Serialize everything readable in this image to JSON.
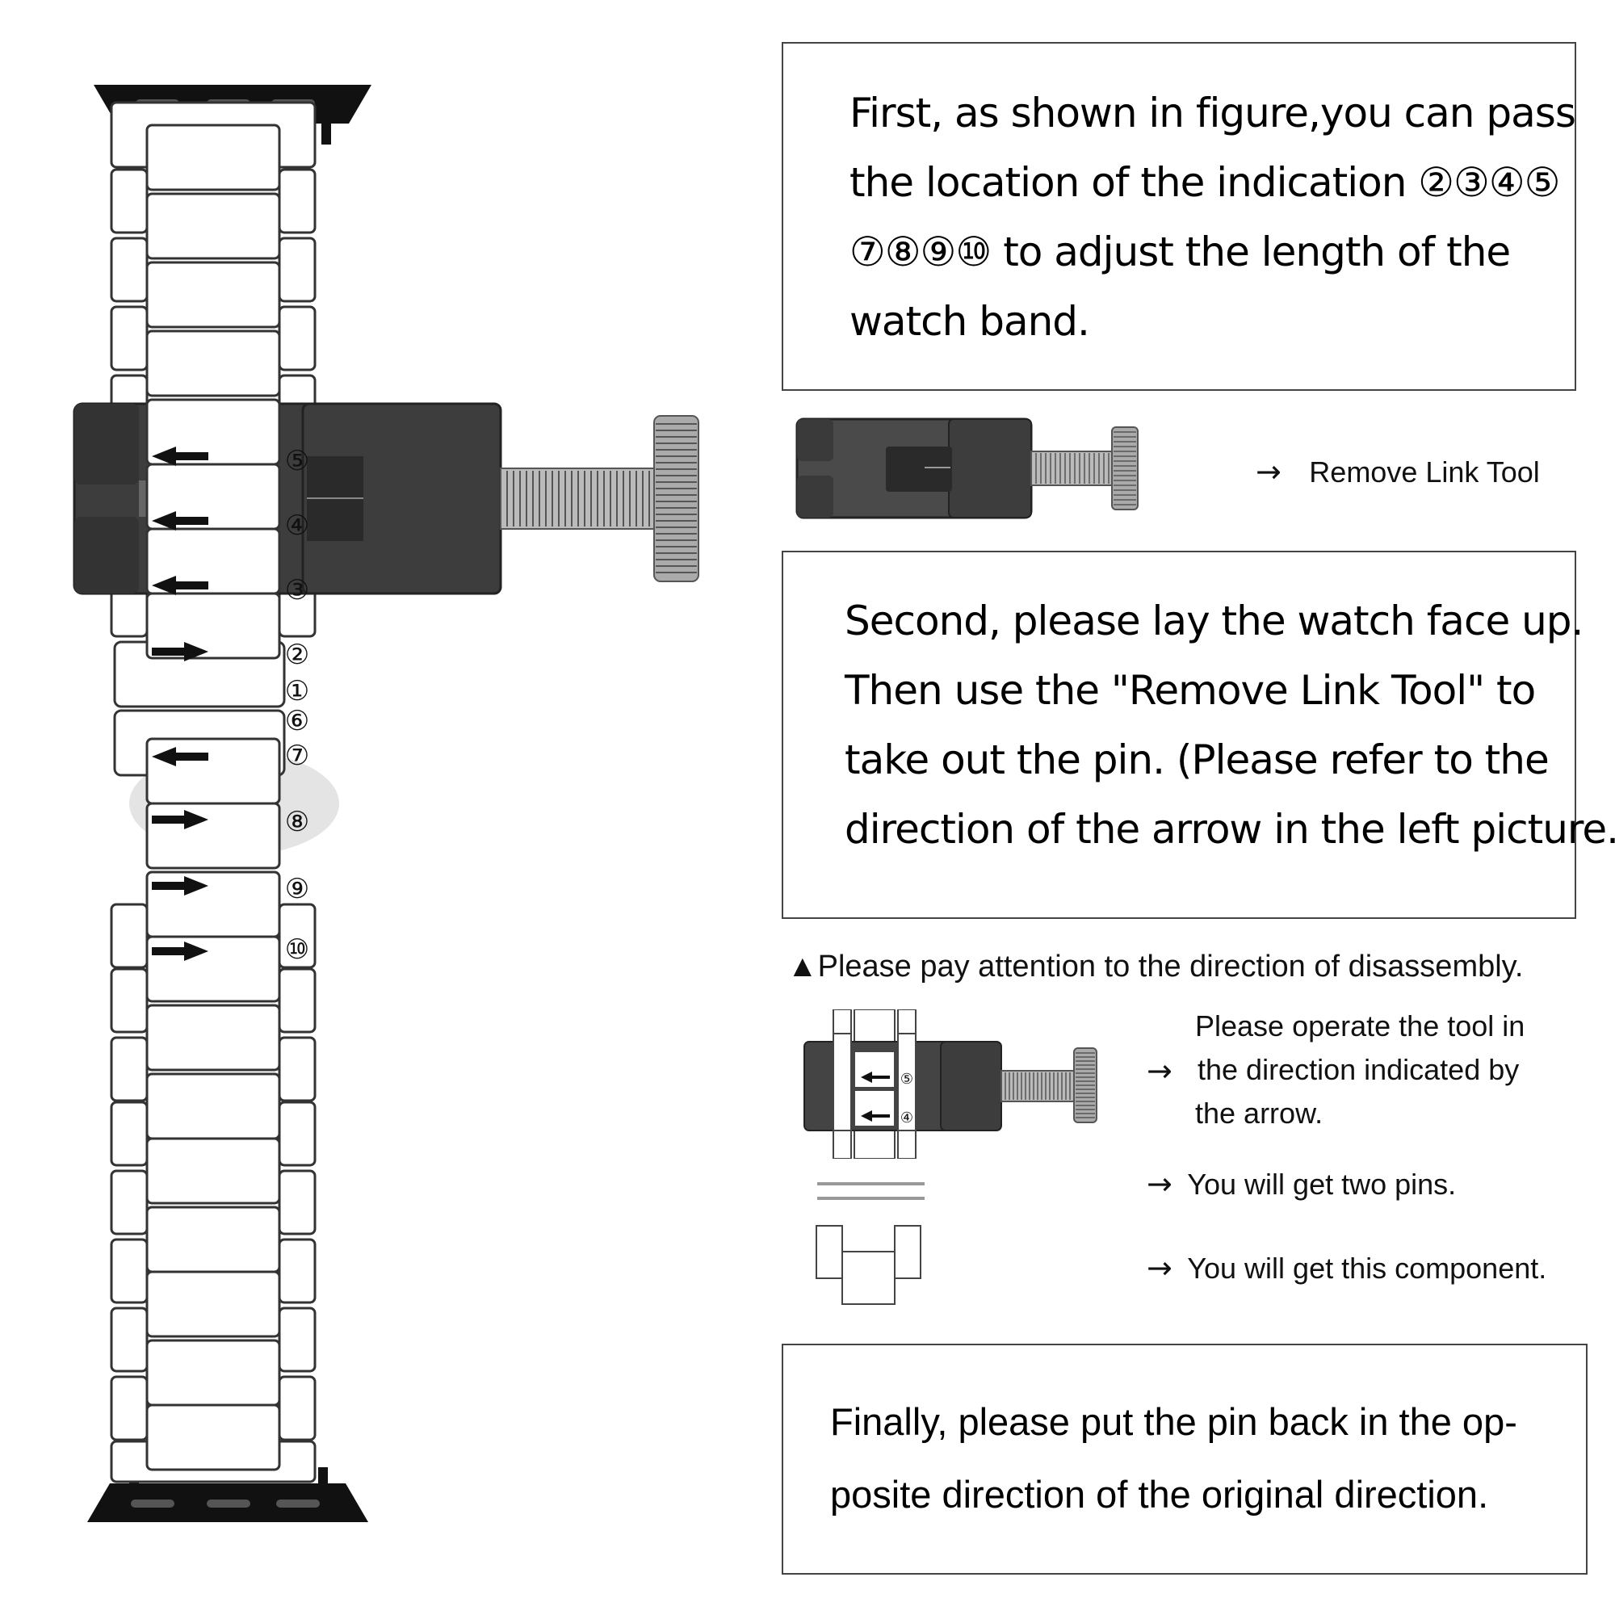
{
  "step1": {
    "line1": "First, as shown in figure,you can pass",
    "line2": "the location of the indication ②③④⑤",
    "line3": "⑦⑧⑨⑩ to adjust the length of the",
    "line4": "watch band."
  },
  "tool_legend": {
    "arrow": "→",
    "label": "Remove Link Tool"
  },
  "step2": {
    "line1": "Second, please lay the watch face up.",
    "line2": "Then use the \"Remove Link Tool\" to",
    "line3": "take out the pin. (Please refer to the",
    "line4": "direction of the arrow in the left picture.)"
  },
  "attention": "▲Please pay attention to the direction of disassembly.",
  "notes": {
    "operate": {
      "arrow": "→",
      "line1": "Please operate the tool in",
      "line2": "the direction indicated by",
      "line3": "the arrow."
    },
    "pins": {
      "arrow": "→",
      "text": "You will get two pins."
    },
    "component": {
      "arrow": "→",
      "text": "You will get this component."
    }
  },
  "step3": {
    "line1": "Finally, please put the pin back in the op-",
    "line2": "posite direction of the original direction."
  },
  "band_markers": [
    "⑤",
    "④",
    "③",
    "②",
    "①",
    "⑥",
    "⑦",
    "⑧",
    "⑨",
    "⑩"
  ],
  "mini_markers": [
    "⑤",
    "④"
  ],
  "colors": {
    "tool_dark": "#3d3d3d",
    "tool_mid": "#5a5a5a",
    "outline": "#333333"
  }
}
